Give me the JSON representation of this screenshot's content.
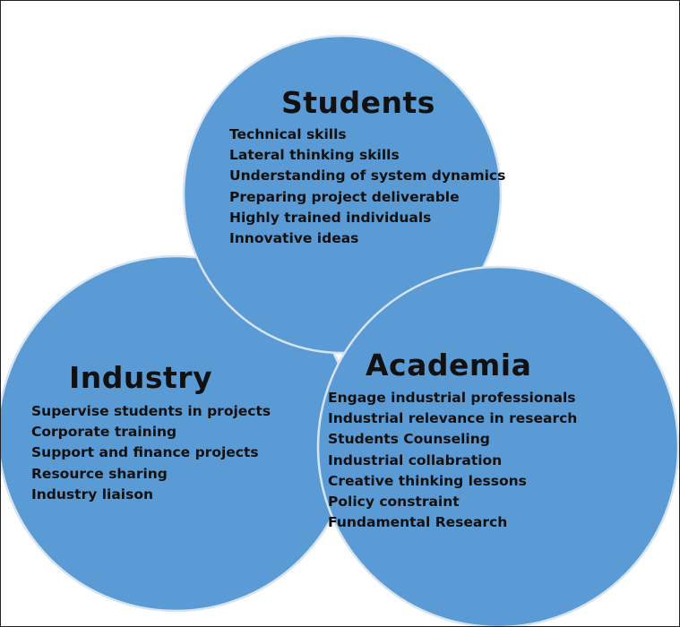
{
  "colors": {
    "circle_fill": "#5b9bd5",
    "circle_stroke": "#d6e4f2",
    "text": "#111111",
    "background": "#ffffff"
  },
  "students": {
    "title": "Students",
    "items": [
      "Technical skills",
      "Lateral thinking skills",
      "Understanding of system dynamics",
      "Preparing project deliverable",
      "Highly trained individuals",
      "Innovative ideas"
    ]
  },
  "industry": {
    "title": "Industry",
    "items": [
      "Supervise students in projects",
      "Corporate training",
      "Support  and finance projects",
      "Resource sharing",
      "Industry liaison"
    ]
  },
  "academia": {
    "title": "Academia",
    "items": [
      "Engage industrial professionals",
      "Industrial  relevance in research",
      "Students Counseling",
      "Industrial collabration",
      "Creative thinking lessons",
      "Policy constraint",
      "Fundamental Research"
    ]
  }
}
